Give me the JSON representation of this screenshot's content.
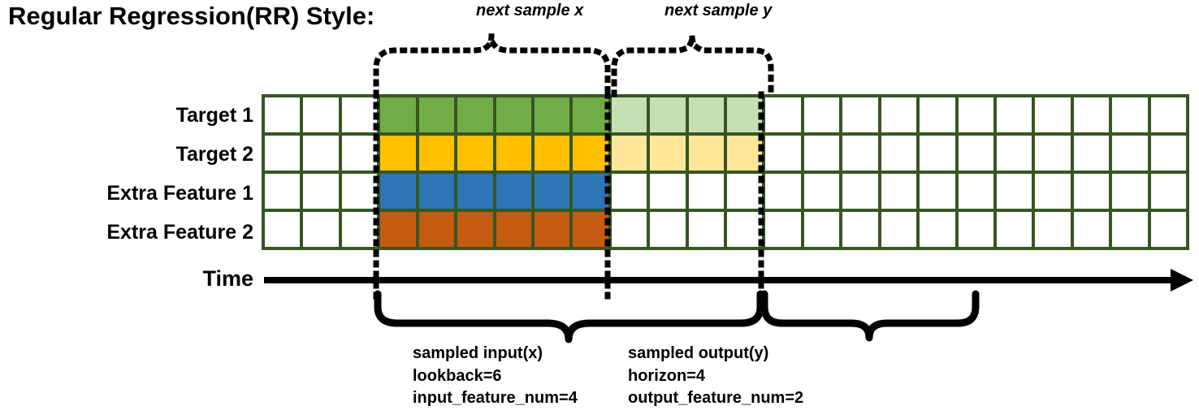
{
  "title": "Regular Regression(RR) Style:",
  "row_labels": [
    "Target 1",
    "Target 2",
    "Extra Feature 1",
    "Extra Feature 2"
  ],
  "time_axis": {
    "label": "Time"
  },
  "annotations": {
    "next_sample_x": "next sample x",
    "next_sample_y": "next sample y"
  },
  "captions": {
    "input": {
      "line1": "sampled input(x)",
      "line2": "lookback=6",
      "line3": "input_feature_num=4"
    },
    "output": {
      "line1": "sampled output(y)",
      "line2": "horizon=4",
      "line3": "output_feature_num=2"
    }
  },
  "colors": {
    "grid_border": "#375623",
    "target1": "#70AD47",
    "target1_future": "#C5E0B4",
    "target2": "#FFC000",
    "target2_future": "#FFE699",
    "extra_feature1": "#2E75B6",
    "extra_feature2": "#C55A11",
    "empty": "#FFFFFF",
    "line": "#000000"
  },
  "grid": {
    "columns": 24,
    "rows": 4,
    "lookback_start_col": 3,
    "lookback_len": 6,
    "horizon_start_col": 9,
    "horizon_len": 4,
    "row_fill": [
      [
        "empty",
        "empty",
        "empty",
        "green",
        "green",
        "green",
        "green",
        "green",
        "green",
        "green-lt",
        "green-lt",
        "green-lt",
        "green-lt",
        "empty",
        "empty",
        "empty",
        "empty",
        "empty",
        "empty",
        "empty",
        "empty",
        "empty",
        "empty",
        "empty"
      ],
      [
        "empty",
        "empty",
        "empty",
        "gold",
        "gold",
        "gold",
        "gold",
        "gold",
        "gold",
        "gold-lt",
        "gold-lt",
        "gold-lt",
        "gold-lt",
        "empty",
        "empty",
        "empty",
        "empty",
        "empty",
        "empty",
        "empty",
        "empty",
        "empty",
        "empty",
        "empty"
      ],
      [
        "empty",
        "empty",
        "empty",
        "blue",
        "blue",
        "blue",
        "blue",
        "blue",
        "blue",
        "empty",
        "empty",
        "empty",
        "empty",
        "empty",
        "empty",
        "empty",
        "empty",
        "empty",
        "empty",
        "empty",
        "empty",
        "empty",
        "empty",
        "empty"
      ],
      [
        "empty",
        "empty",
        "empty",
        "orange",
        "orange",
        "orange",
        "orange",
        "orange",
        "orange",
        "empty",
        "empty",
        "empty",
        "empty",
        "empty",
        "empty",
        "empty",
        "empty",
        "empty",
        "empty",
        "empty",
        "empty",
        "empty",
        "empty",
        "empty"
      ]
    ]
  }
}
